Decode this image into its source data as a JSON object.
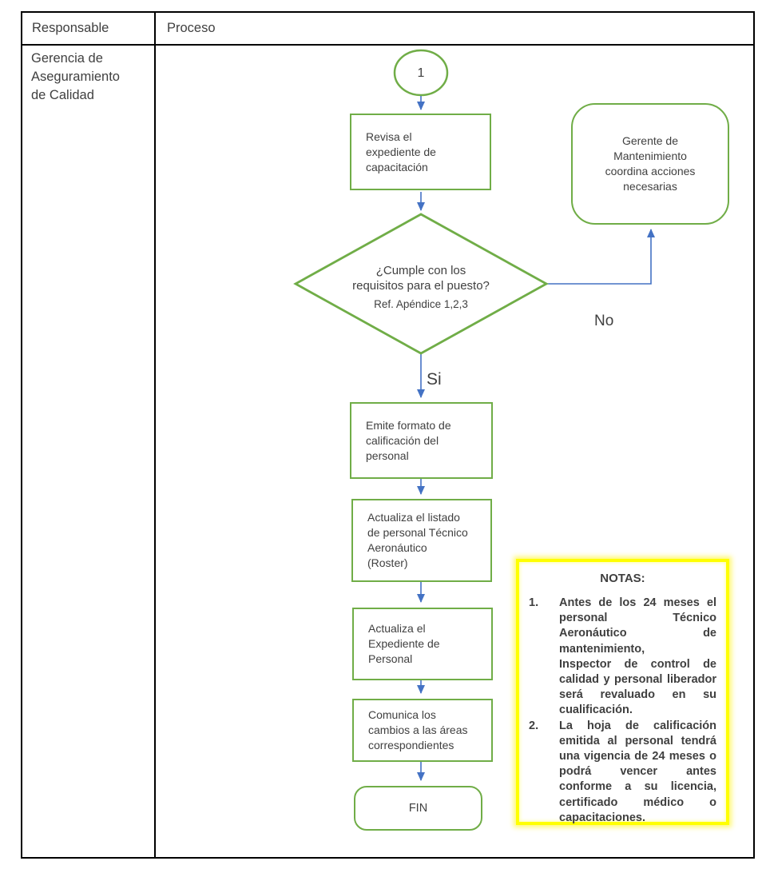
{
  "table": {
    "header": {
      "responsible": "Responsable",
      "process": "Proceso"
    },
    "responsible_cell": "Gerencia de\nAseguramiento\nde Calidad"
  },
  "flowchart": {
    "connector_1": "1",
    "box_revisa": "Revisa el\nexpediente de\ncapacitación",
    "decision_question": "¿Cumple con los\nrequisitos para el puesto?",
    "decision_ref": "Ref. Apéndice 1,2,3",
    "label_no": "No",
    "label_si": "Si",
    "box_gerente": "Gerente de\nMantenimiento\ncoordina acciones\nnecesarias",
    "box_emite": "Emite formato de\ncalificación del\npersonal",
    "box_listado": "Actualiza el listado\nde personal Técnico\nAeronáutico\n(Roster)",
    "box_expediente": "Actualiza el\nExpediente de\nPersonal",
    "box_comunica": "Comunica los\ncambios a las áreas\ncorrespondientes",
    "terminator_fin": "FIN"
  },
  "notes": {
    "title": "NOTAS:",
    "items": [
      {
        "number": "1.",
        "text": "Antes de los 24 meses el personal Técnico Aeronáutico de mantenimiento,\nInspector de control de calidad y personal liberador será revaluado en su cualificación."
      },
      {
        "number": "2.",
        "text": "La hoja de calificación emitida al personal tendrá una vigencia de 24 meses o podrá vencer antes conforme a su licencia, certificado médico o capacitaciones."
      }
    ]
  },
  "colors": {
    "shape_green": "#70AD47",
    "arrow_blue": "#4472C4",
    "notes_yellow": "#FFFF00",
    "text_dark": "#404040",
    "table_border": "#000000"
  }
}
